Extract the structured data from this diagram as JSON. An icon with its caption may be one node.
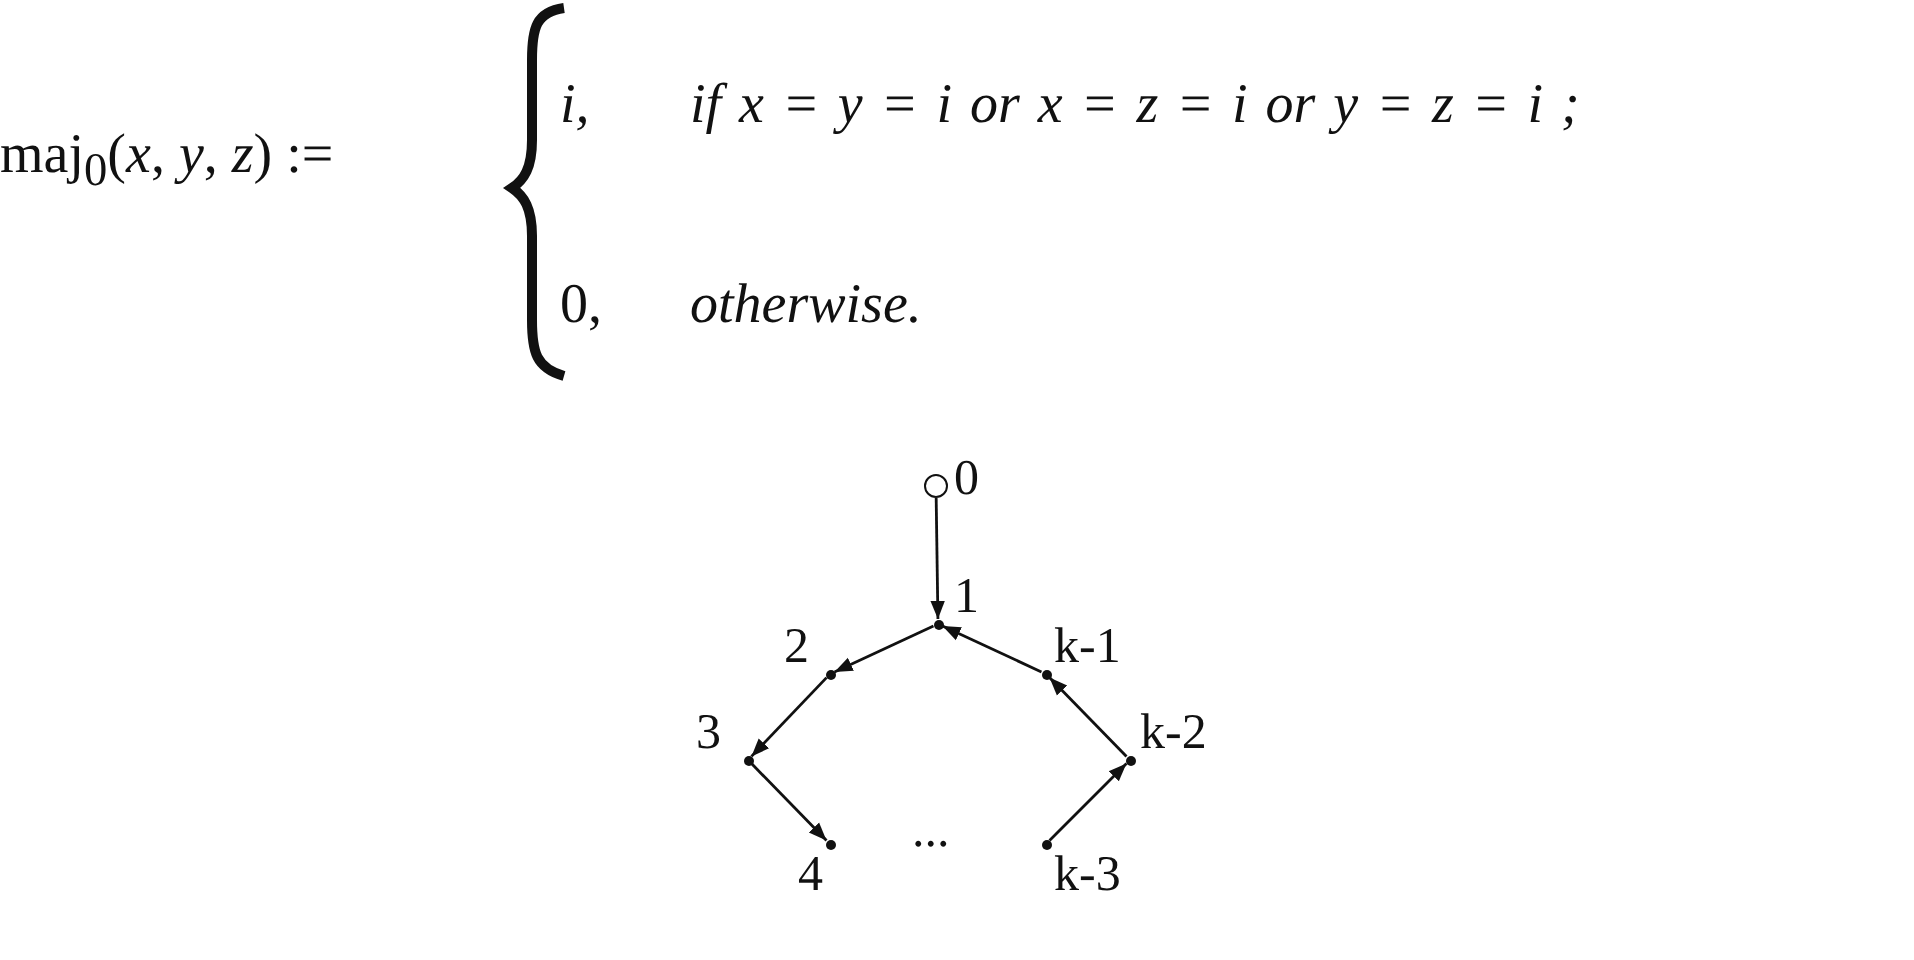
{
  "diagram": {
    "nodes": [
      {
        "text": [],
        "shape": "circle",
        "beside": [
          "0"
        ]
      },
      {
        "text": [],
        "shape": "dot",
        "beside": [
          "1"
        ]
      },
      {
        "text": [],
        "shape": "dot",
        "beside": [
          "2"
        ]
      },
      {
        "text": [],
        "shape": "dot",
        "beside": [
          "3"
        ]
      },
      {
        "text": [],
        "shape": "dot",
        "beside": [
          "4"
        ]
      },
      {
        "text": [],
        "shape": "dot",
        "beside": [
          "k-3"
        ]
      },
      {
        "text": [],
        "shape": "dot",
        "beside": [
          "k-2"
        ]
      },
      {
        "text": [],
        "shape": "dot",
        "beside": [
          "k-1"
        ]
      }
    ],
    "edges": [
      {
        "from": 0,
        "to": 1,
        "arrow": "to"
      },
      {
        "from": 1,
        "to": 2,
        "arrow": "to"
      },
      {
        "from": 2,
        "to": 3,
        "arrow": "to"
      },
      {
        "from": 3,
        "to": 4,
        "arrow": "to"
      },
      {
        "from": 5,
        "to": 6,
        "arrow": "to"
      },
      {
        "from": 6,
        "to": 7,
        "arrow": "to"
      },
      {
        "from": 7,
        "to": 1,
        "arrow": "to"
      }
    ],
    "labels": [
      "maj$_{0}$(*x*, *y*, *z*) :=",
      "i,",
      "if x = y = i  or x = z = i  or y = z = i ;",
      "0,",
      "otherwise.",
      "..."
    ]
  }
}
